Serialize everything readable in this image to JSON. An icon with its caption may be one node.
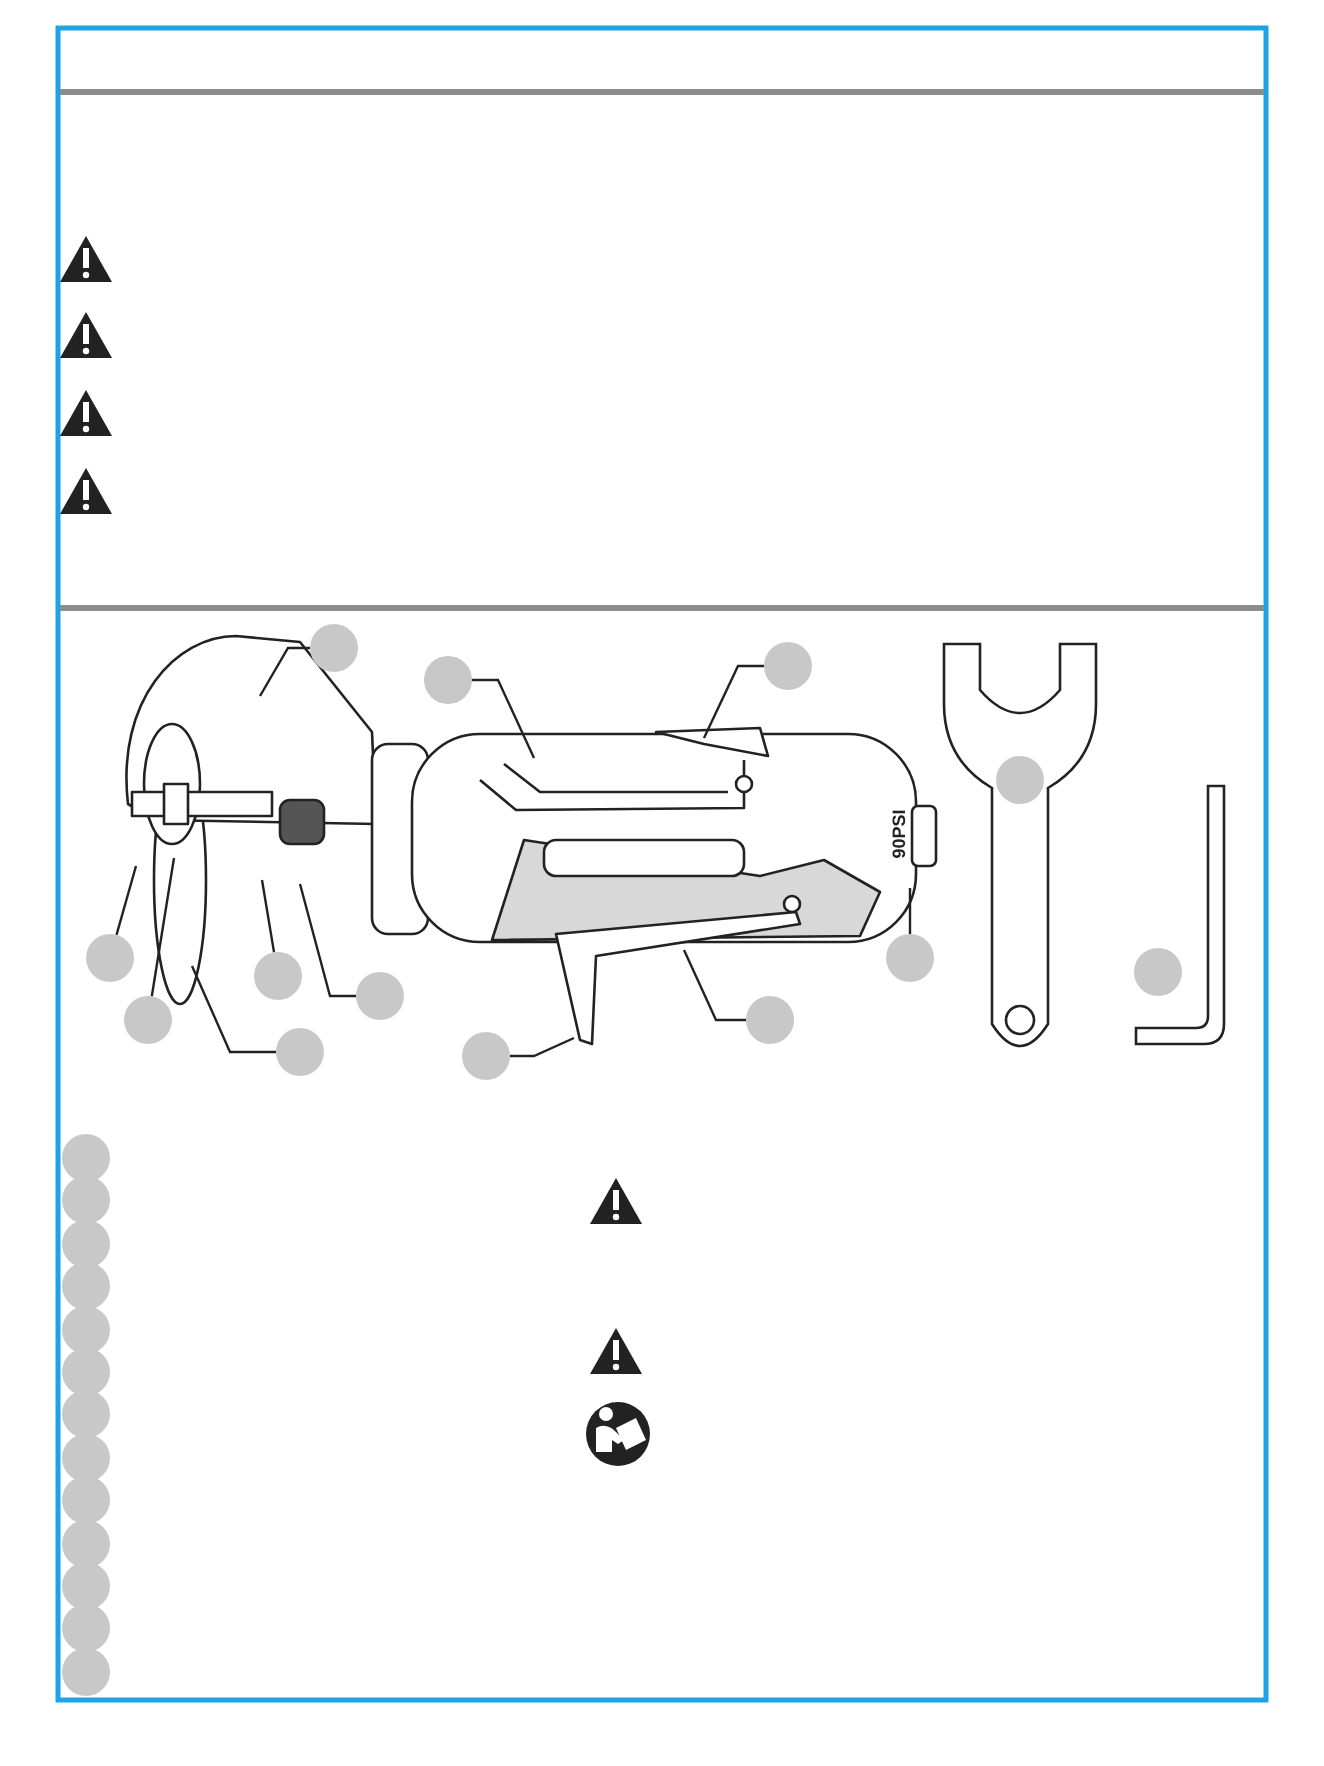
{
  "diagram": {
    "nodes": [
      {
        "text": [],
        "shape": "circle"
      },
      {
        "text": [],
        "shape": "circle"
      },
      {
        "text": [],
        "shape": "circle"
      },
      {
        "text": [],
        "shape": "circle"
      },
      {
        "text": [],
        "shape": "circle"
      },
      {
        "text": [],
        "shape": "circle"
      },
      {
        "text": [],
        "shape": "circle"
      },
      {
        "text": [],
        "shape": "circle"
      },
      {
        "text": [],
        "shape": "circle"
      },
      {
        "text": [],
        "shape": "circle"
      },
      {
        "text": [],
        "shape": "circle"
      },
      {
        "text": [],
        "shape": "circle"
      },
      {
        "text": [],
        "shape": "circle"
      },
      {
        "text": [],
        "shape": "circle"
      },
      {
        "text": [],
        "shape": "circle"
      },
      {
        "text": [],
        "shape": "circle"
      },
      {
        "text": [],
        "shape": "circle"
      },
      {
        "text": [],
        "shape": "circle"
      },
      {
        "text": [],
        "shape": "circle"
      },
      {
        "text": [],
        "shape": "circle"
      },
      {
        "text": [],
        "shape": "circle"
      },
      {
        "text": [],
        "shape": "circle"
      },
      {
        "text": [],
        "shape": "circle"
      },
      {
        "text": [],
        "shape": "circle"
      },
      {
        "text": [],
        "shape": "circle"
      },
      {
        "text": [],
        "shape": "circle"
      }
    ],
    "edges": [
      {
        "from": 0,
        "to": null,
        "arrow": "none"
      },
      {
        "from": 1,
        "to": null,
        "arrow": "none"
      },
      {
        "from": 2,
        "to": null,
        "arrow": "none"
      },
      {
        "from": 4,
        "to": null,
        "arrow": "none"
      },
      {
        "from": 5,
        "to": null,
        "arrow": "none"
      },
      {
        "from": 6,
        "to": null,
        "arrow": "none"
      },
      {
        "from": 7,
        "to": null,
        "arrow": "none"
      },
      {
        "from": 8,
        "to": null,
        "arrow": "none"
      },
      {
        "from": 9,
        "to": null,
        "arrow": "none"
      },
      {
        "from": 10,
        "to": null,
        "arrow": "none"
      },
      {
        "from": 11,
        "to": null,
        "arrow": "none"
      }
    ],
    "labels": [
      "90PSI"
    ]
  }
}
